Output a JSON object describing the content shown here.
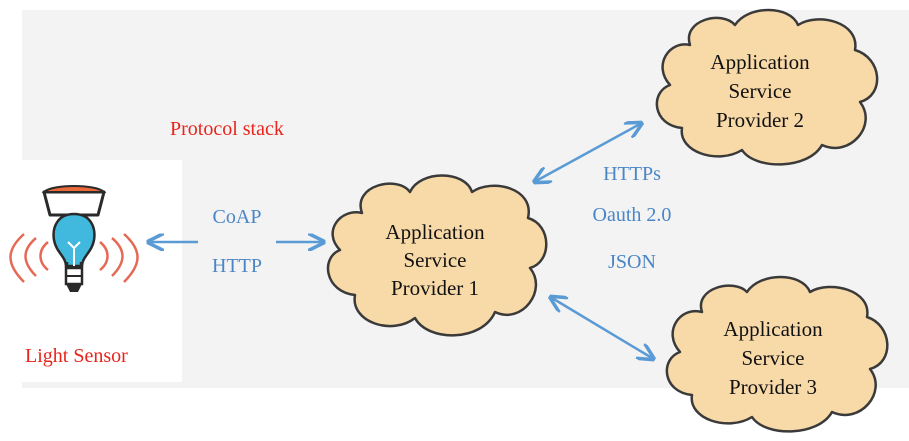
{
  "title": "Protocol stack",
  "sensor": {
    "label": "Light Sensor",
    "icon": "light-bulb-sensor-icon"
  },
  "left_link": {
    "protocols": [
      "CoAP",
      "HTTP"
    ]
  },
  "right_link": {
    "protocols": [
      "HTTPs",
      "Oauth 2.0",
      "JSON"
    ]
  },
  "providers": [
    {
      "lines": [
        "Application",
        "Service",
        "Provider 1"
      ]
    },
    {
      "lines": [
        "Application",
        "Service",
        "Provider 2"
      ]
    },
    {
      "lines": [
        "Application",
        "Service",
        "Provider 3"
      ]
    }
  ],
  "colors": {
    "panel": "#f3f3f4",
    "cloud_fill": "#f8d9a8",
    "cloud_stroke": "#3a3a3a",
    "arrow": "#5b9bd5",
    "red_text": "#e8241c",
    "sensor_cap": "#ea6a3a",
    "bulb": "#41b8dd",
    "waves": "#e56a55"
  }
}
